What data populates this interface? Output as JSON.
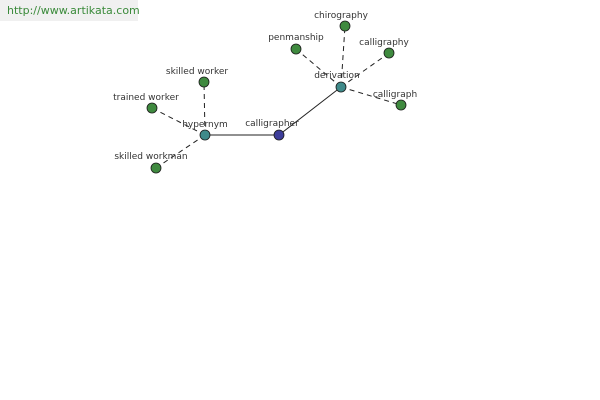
{
  "watermark": {
    "text": "http://www.artikata.com"
  },
  "colors": {
    "center_node": "#3d3d9a",
    "relation_node": "#3f8a8a",
    "leaf_node": "#3f8a3f",
    "edge": "#222222",
    "label": "#333333",
    "watermark_text": "#3a8a3a"
  },
  "graph": {
    "center": "calligrapher",
    "relations": [
      {
        "label": "hypernym",
        "terms": [
          "skilled worker",
          "trained worker",
          "skilled workman"
        ]
      },
      {
        "label": "derivation",
        "terms": [
          "chirography",
          "penmanship",
          "calligraphy",
          "calligraph"
        ]
      }
    ]
  }
}
